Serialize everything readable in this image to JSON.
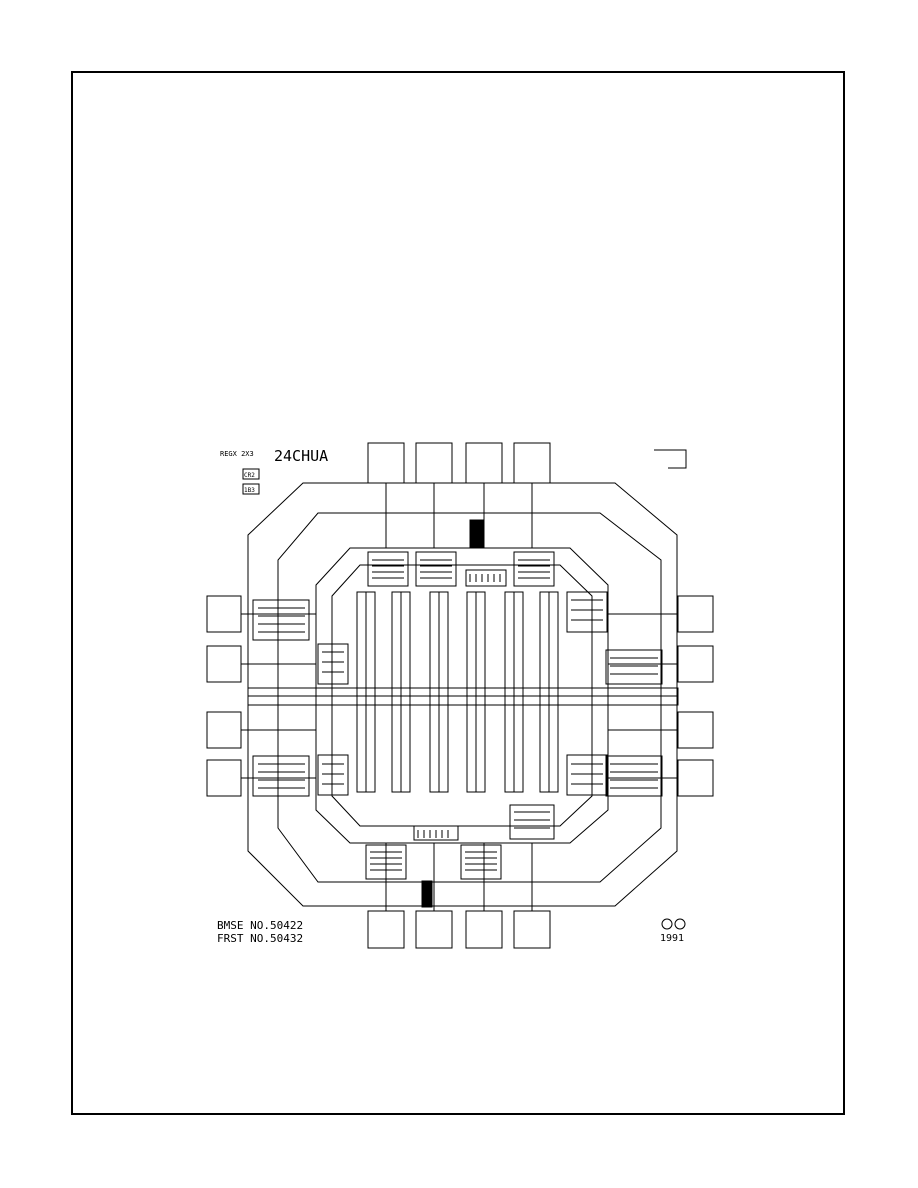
{
  "die": {
    "title": "24CHUA",
    "small_label": "REGX 2X3",
    "mask_id_a": "CR2",
    "mask_id_b": "1B3",
    "mask_line1": "BMSE NO.50422",
    "mask_line2": "FRST NO.50432",
    "copyright": "1991"
  }
}
